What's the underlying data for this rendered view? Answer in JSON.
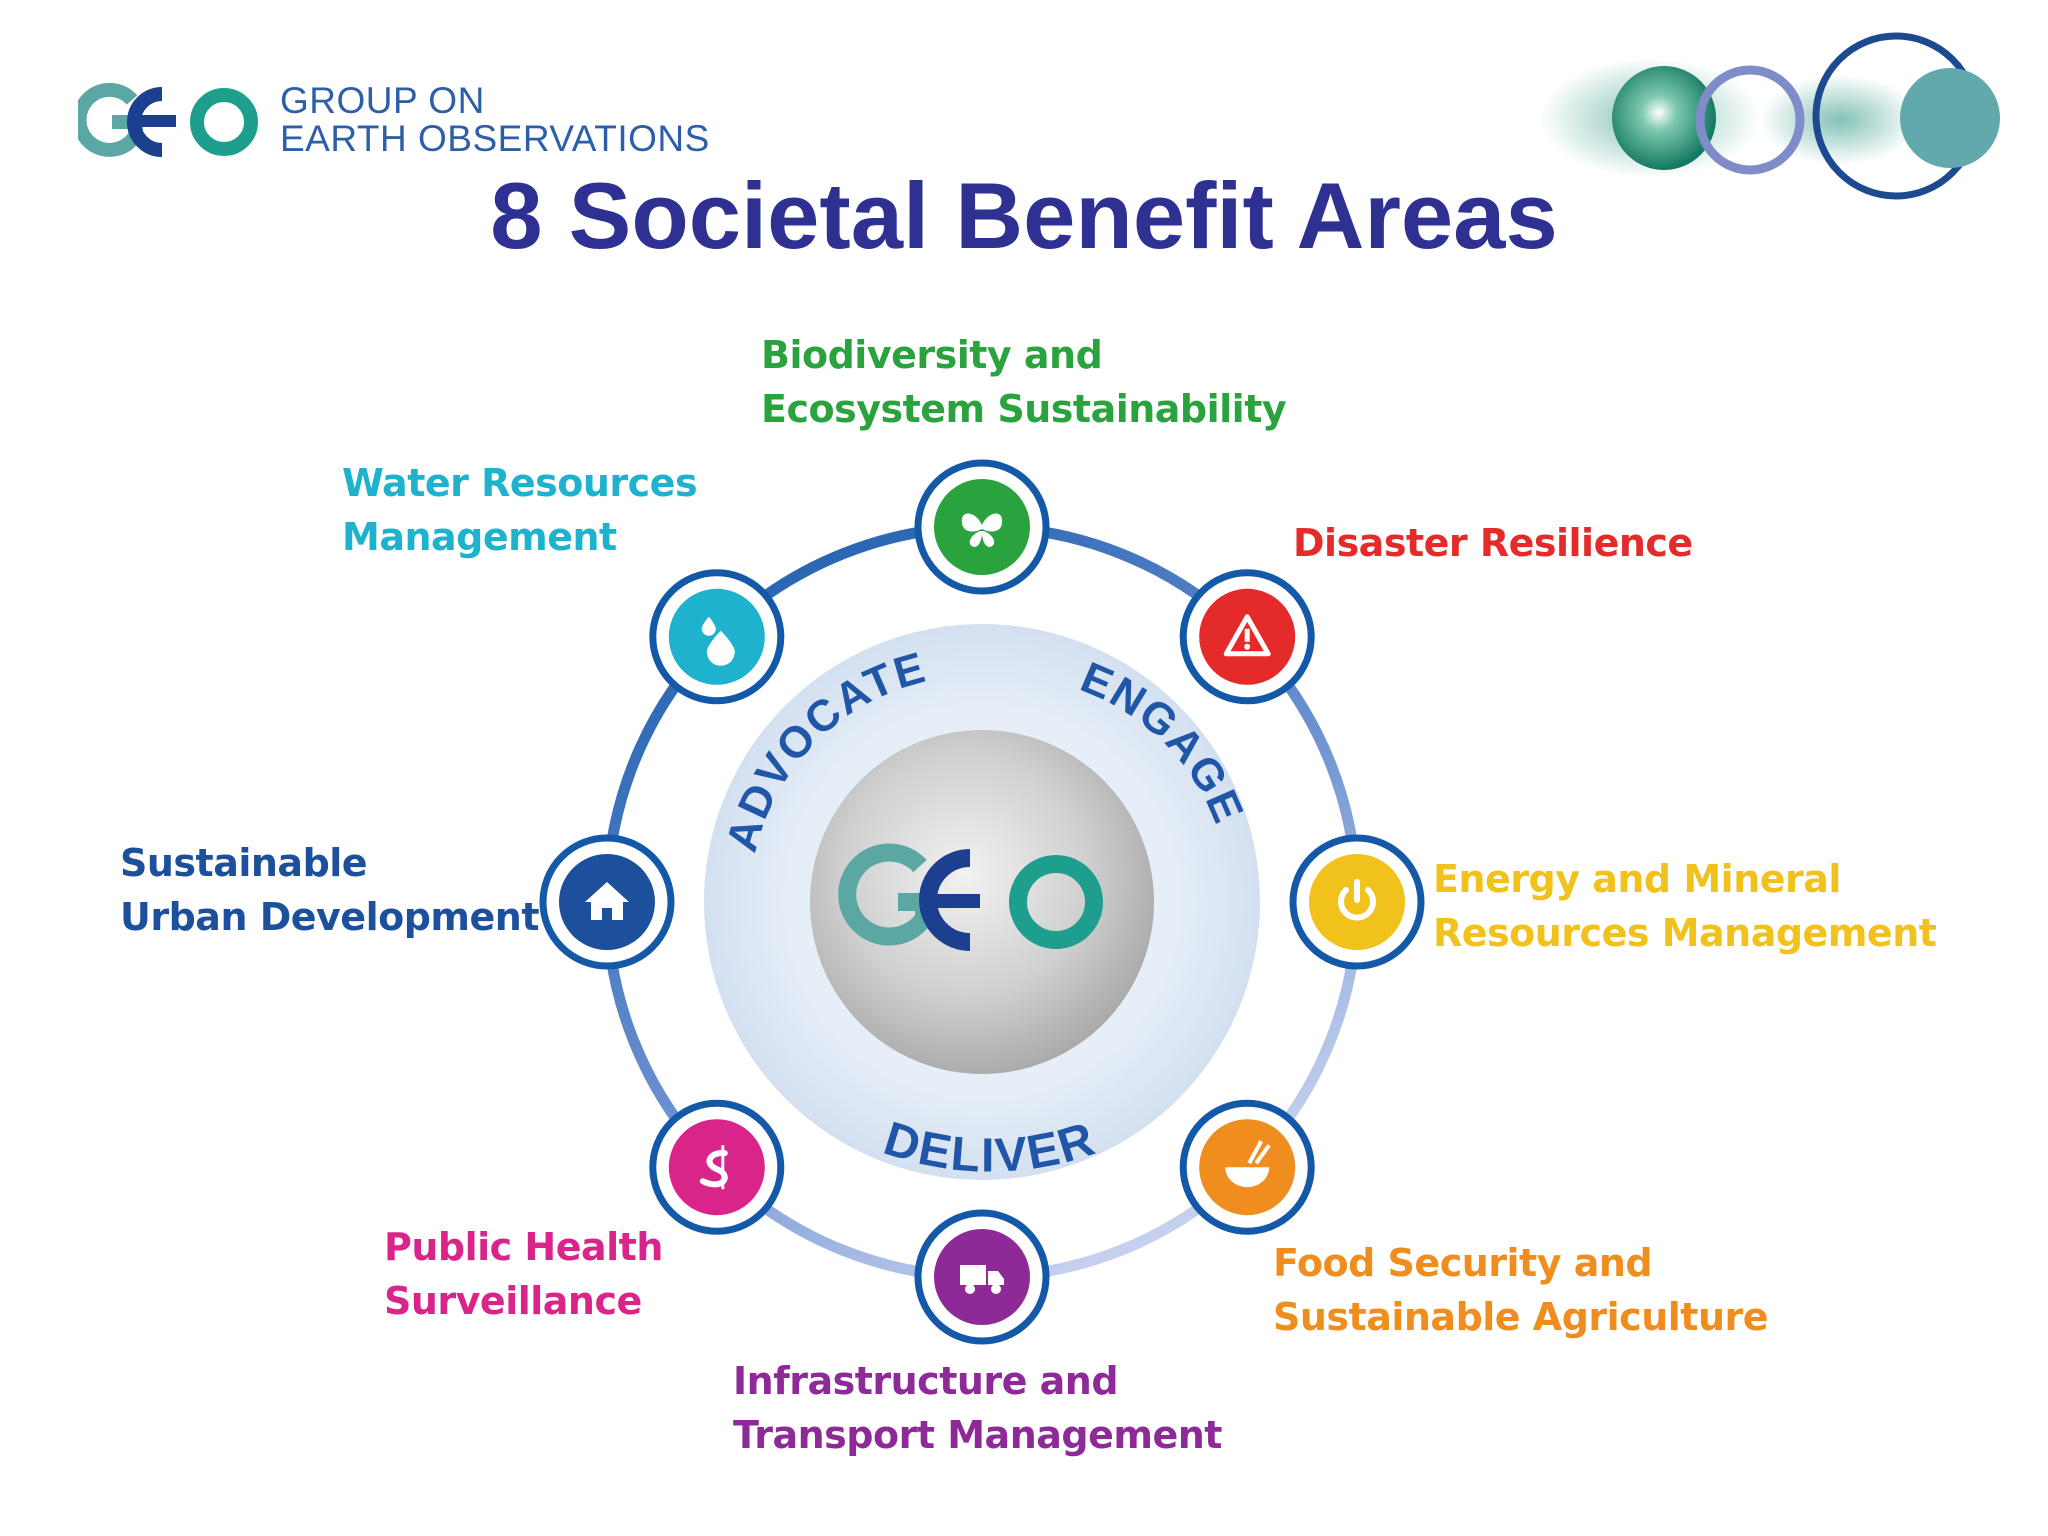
{
  "logo": {
    "mark": "GEO",
    "line1": "GROUP ON",
    "line2": "EARTH OBSERVATIONS"
  },
  "title": "8 Societal Benefit Areas",
  "ring_words": {
    "advocate": "ADVOCATE",
    "engage": "ENGAGE",
    "deliver": "DELIVER"
  },
  "center_logo": "GEO",
  "areas": [
    {
      "id": "biodiversity",
      "lines": [
        "Biodiversity and",
        "Ecosystem Sustainability"
      ],
      "color": "#2aa33f",
      "icon": "butterfly-icon"
    },
    {
      "id": "disaster",
      "lines": [
        "Disaster Resilience"
      ],
      "color": "#e52a2a",
      "icon": "warning-icon"
    },
    {
      "id": "energy",
      "lines": [
        "Energy and Mineral",
        "Resources Management"
      ],
      "color": "#f2c21c",
      "icon": "power-icon"
    },
    {
      "id": "food",
      "lines": [
        "Food Security and",
        "Sustainable Agriculture"
      ],
      "color": "#ef8e1e",
      "icon": "bowl-icon"
    },
    {
      "id": "infrastructure",
      "lines": [
        "Infrastructure and",
        "Transport Management"
      ],
      "color": "#8e2a98",
      "icon": "truck-icon"
    },
    {
      "id": "health",
      "lines": [
        "Public Health",
        "Surveillance"
      ],
      "color": "#d9258a",
      "icon": "snake-icon"
    },
    {
      "id": "urban",
      "lines": [
        "Sustainable",
        "Urban Development"
      ],
      "color": "#1c4f9c",
      "icon": "house-icon"
    },
    {
      "id": "water",
      "lines": [
        "Water Resources",
        "Management"
      ],
      "color": "#1eb2cf",
      "icon": "water-drop-icon"
    }
  ]
}
